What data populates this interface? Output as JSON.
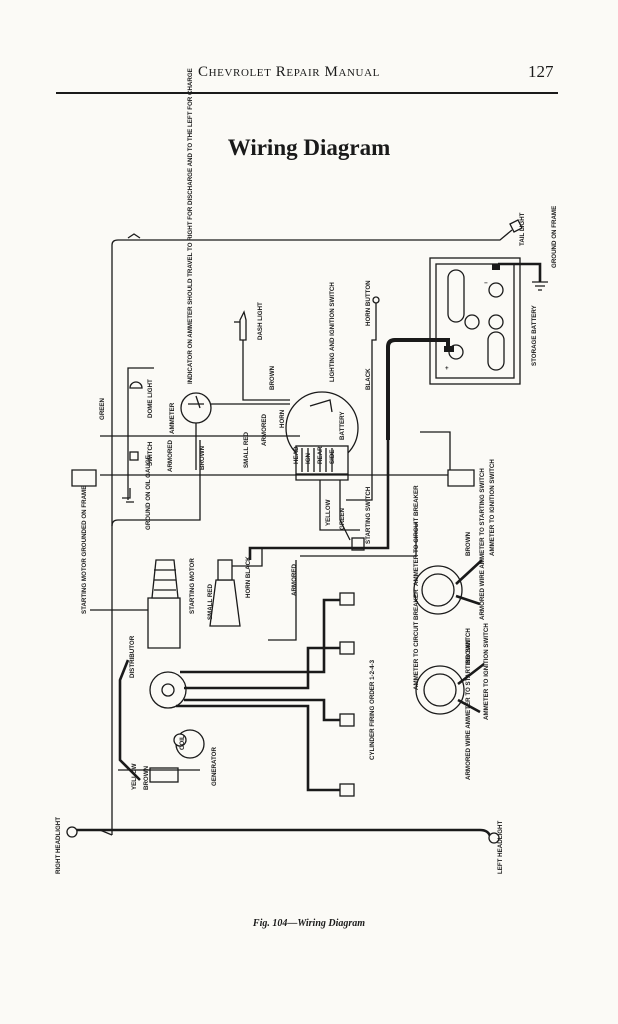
{
  "header": {
    "running_title": "Chevrolet Repair Manual",
    "page_number": "127"
  },
  "figure": {
    "title": "Wiring Diagram",
    "caption": "Fig. 104—Wiring Diagram"
  },
  "labels": {
    "tail_light": "TAIL LIGHT",
    "ground_on_frame": "GROUND ON FRAME",
    "storage_battery": "STORAGE BATTERY",
    "horn_button": "HORN BUTTON",
    "black": "BLACK",
    "lighting_ignition_switch": "LIGHTING AND IGNITION SWITCH",
    "dash_light": "DASH LIGHT",
    "brown": "BROWN",
    "indicator_ammeter": "INDICATOR ON AMMETER SHOULD TRAVEL TO RIGHT FOR DISCHARGE AND TO THE LEFT FOR CHARGE",
    "green": "GREEN",
    "dome_light": "DOME LIGHT",
    "ammeter": "AMMETER",
    "switch": "SWITCH",
    "armored": "ARMORED",
    "small_red": "SMALL RED",
    "horn": "HORN",
    "head": "HEAD",
    "ign": "IGN",
    "rear": "REAR",
    "side": "SIDE",
    "battery": "BATTERY",
    "ground_oil_gauge": "GROUND ON OIL GAUGE",
    "yellow": "YELLOW",
    "starting_switch": "STARTING SWITCH",
    "starting_motor_grounded": "STARTING MOTOR GROUNDED ON FRAME",
    "starting_motor": "STARTING MOTOR",
    "horn_black": "HORN BLACK",
    "distributor": "DISTRIBUTOR",
    "generator": "GENERATOR",
    "coil": "COIL",
    "cylinder_firing_order": "CYLINDER FIRING ORDER 1-2-4-3",
    "ammeter_circuit_breaker": "AMMETER TO CIRCUIT BREAKER",
    "ammeter_ignition_switch": "AMMETER TO IGNITION SWITCH",
    "armored_wire_starting": "ARMORED WIRE AMMETER TO STARTING SWITCH",
    "right_headlight": "RIGHT HEADLIGHT",
    "left_headlight": "LEFT HEADLIGHT",
    "plus": "+",
    "minus": "−"
  }
}
